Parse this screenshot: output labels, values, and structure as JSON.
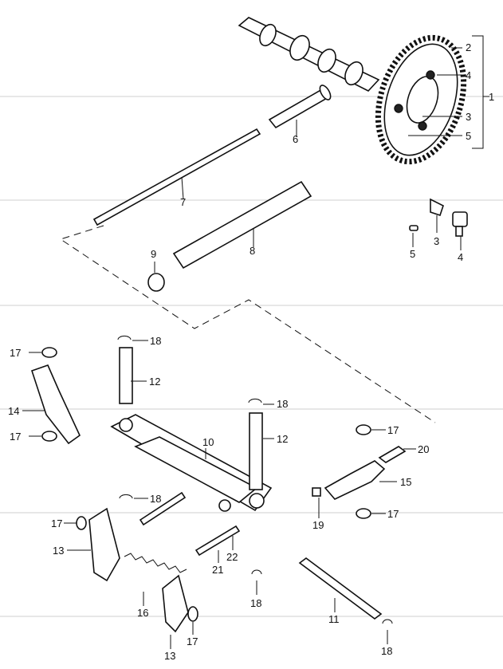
{
  "diagram": {
    "callouts": {
      "c1": "1",
      "c2": "2",
      "c3a": "3",
      "c4a": "4",
      "c5a": "5",
      "c3b": "3",
      "c4b": "4",
      "c5b": "5",
      "c6": "6",
      "c7": "7",
      "c8": "8",
      "c9": "9",
      "c10": "10",
      "c11": "11",
      "c12a": "12",
      "c12b": "12",
      "c13a": "13",
      "c13b": "13",
      "c14": "14",
      "c15": "15",
      "c16": "16",
      "c17a": "17",
      "c17b": "17",
      "c17c": "17",
      "c17d": "17",
      "c17e": "17",
      "c17f": "17",
      "c18a": "18",
      "c18b": "18",
      "c18c": "18",
      "c18d": "18",
      "c18e": "18",
      "c19": "19",
      "c20": "20",
      "c21": "21",
      "c22": "22"
    }
  }
}
